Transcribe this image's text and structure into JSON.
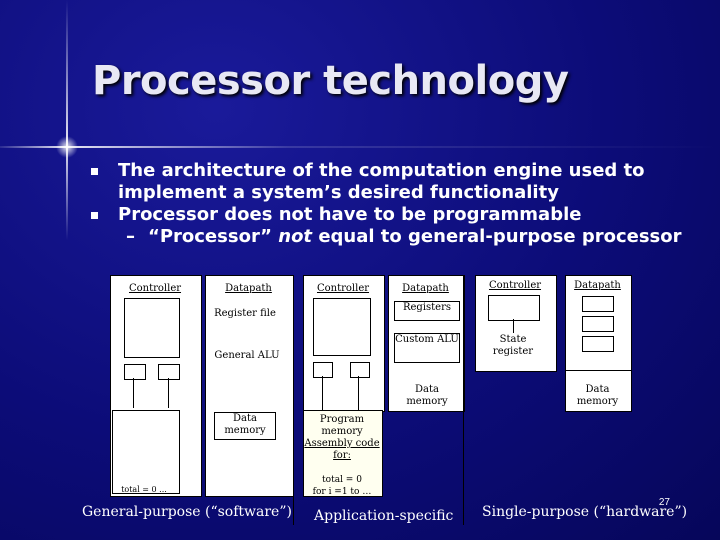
{
  "title": "Processor technology",
  "bullets": [
    "The architecture of the computation engine used to implement a system’s desired functionality",
    "Processor does not have to be programmable"
  ],
  "sub_bullet": {
    "dash": "–",
    "before": "“Processor” ",
    "emph": "not",
    "after": " equal to general-purpose processor"
  },
  "diagrams": {
    "general": {
      "controller": "Controller",
      "datapath": "Datapath",
      "register_file": "Register file",
      "general_alu": "General ALU",
      "data_memory": "Data memory",
      "cutoff_text": "total = 0 ..."
    },
    "application": {
      "controller": "Controller",
      "datapath": "Datapath",
      "registers": "Registers",
      "custom_alu": "Custom ALU",
      "data_memory": "Data memory",
      "program_memory": "Program memory",
      "assembly_code": "Assembly code for:",
      "code_line1": "total = 0",
      "code_line2": "for i =1 to …"
    },
    "single": {
      "controller": "Controller",
      "datapath": "Datapath",
      "state_register": "State register",
      "data_memory": "Data memory"
    }
  },
  "captions": {
    "general": "General-purpose (“software”)",
    "application": "Application-specific",
    "single": "Single-purpose (“hardware”)"
  },
  "page_number": "27"
}
